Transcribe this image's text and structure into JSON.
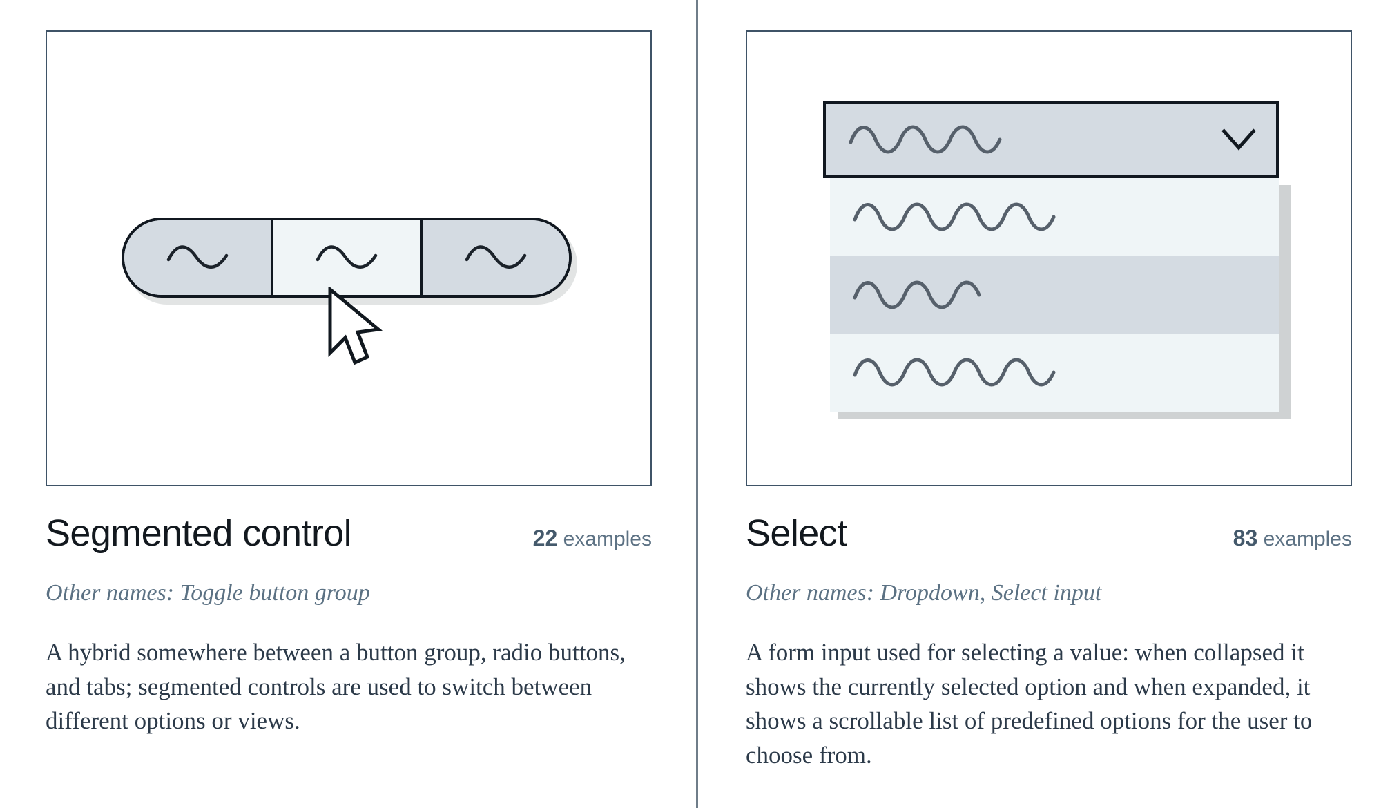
{
  "layout": {
    "background": "#ffffff",
    "divider_color": "#6f7d89",
    "card_border_color": "#3f5367"
  },
  "palette": {
    "ink": "#111820",
    "segment_fill": "#d4dbe2",
    "segment_selected_fill": "#f0f5f7",
    "option_fill": "#eff5f7",
    "option_hover_fill": "#d4dbe2",
    "shadow": "#cfd2d3",
    "title": "#12181e",
    "meta": "#5d7284",
    "other_names": "#5b7183",
    "body": "#2c3a49"
  },
  "cards": [
    {
      "key": "segmented-control",
      "title": "Segmented control",
      "examples_count": "22",
      "examples_word": "examples",
      "other_names": "Other names: Toggle button group",
      "description": "A hybrid somewhere between a button group, radio buttons, and tabs; segmented controls are used to switch between different options or views.",
      "illustration": {
        "kind": "segmented-control",
        "shape": "pill",
        "segments": [
          {
            "icon": "squiggle-icon",
            "selected": false
          },
          {
            "icon": "squiggle-icon",
            "selected": true
          },
          {
            "icon": "squiggle-icon",
            "selected": false
          }
        ],
        "cursor": "arrow-cursor",
        "cursor_over_segment_index": 1
      }
    },
    {
      "key": "select",
      "title": "Select",
      "examples_count": "83",
      "examples_word": "examples",
      "other_names": "Other names: Dropdown, Select input",
      "description": "A form input used for selecting a value: when collapsed it shows the currently selected option and when expanded, it shows a scrollable list of predefined options for the user to choose from.",
      "illustration": {
        "kind": "select",
        "closed_field": {
          "value_icon": "squiggle-icon",
          "chevron": "chevron-down-icon"
        },
        "options": [
          {
            "icon": "squiggle-icon",
            "hovered": false
          },
          {
            "icon": "squiggle-icon",
            "hovered": true
          },
          {
            "icon": "squiggle-icon",
            "hovered": false
          }
        ],
        "cursor": "arrow-cursor",
        "cursor_over_option_index": 1
      }
    }
  ]
}
